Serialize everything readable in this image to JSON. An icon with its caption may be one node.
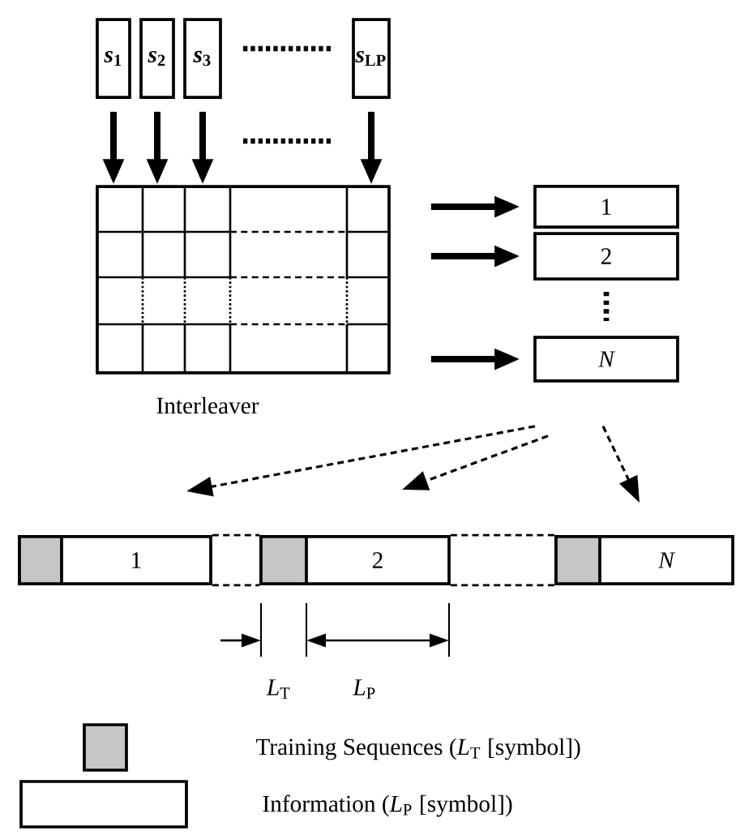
{
  "diagram": {
    "nodes": [
      {
        "text": [
          "*s*$_{1}$"
        ]
      },
      {
        "text": [
          "*s*$_{2}$"
        ]
      },
      {
        "text": [
          "*s*$_{3}$"
        ]
      },
      {
        "text": [
          "*s*$_{LP}$"
        ]
      },
      {
        "text": [
          "Interleaver"
        ]
      },
      {
        "text": [
          "1"
        ]
      },
      {
        "text": [
          "2"
        ]
      },
      {
        "text": [
          "N"
        ]
      },
      {
        "text": [
          "1"
        ]
      },
      {
        "text": [
          "2"
        ]
      },
      {
        "text": [
          "N"
        ]
      }
    ],
    "edges": [
      {
        "from": 0,
        "to": 4,
        "arrow": "to",
        "style": "thick"
      },
      {
        "from": 1,
        "to": 4,
        "arrow": "to",
        "style": "thick"
      },
      {
        "from": 2,
        "to": 4,
        "arrow": "to",
        "style": "thick"
      },
      {
        "from": 3,
        "to": 4,
        "arrow": "to",
        "style": "thick"
      },
      {
        "from": 4,
        "to": 5,
        "arrow": "to",
        "style": "thick"
      },
      {
        "from": 4,
        "to": 6,
        "arrow": "to",
        "style": "thick"
      },
      {
        "from": 4,
        "to": 7,
        "arrow": "to",
        "style": "thick"
      },
      {
        "from": 7,
        "to": 8,
        "arrow": "to",
        "style": "dashed"
      },
      {
        "from": 7,
        "to": 9,
        "arrow": "to",
        "style": "dashed"
      },
      {
        "from": 7,
        "to": 10,
        "arrow": "to",
        "style": "dashed"
      },
      {
        "from": 8,
        "to": 9,
        "arrow": "none",
        "style": "dashed"
      },
      {
        "from": 8,
        "to": 9,
        "arrow": "none",
        "style": "dashed"
      },
      {
        "from": 9,
        "to": 10,
        "arrow": "none",
        "style": "dashed"
      },
      {
        "from": 9,
        "to": 10,
        "arrow": "none",
        "style": "dashed"
      }
    ],
    "labels": [
      "*L*$_{T}$",
      "*L*$_{P}$"
    ],
    "legend": [
      {
        "text": "Training Sequences (*L*$_{T}$ [symbol])"
      },
      {
        "text": "Information (*L*$_{P}$ [symbol])"
      }
    ]
  }
}
